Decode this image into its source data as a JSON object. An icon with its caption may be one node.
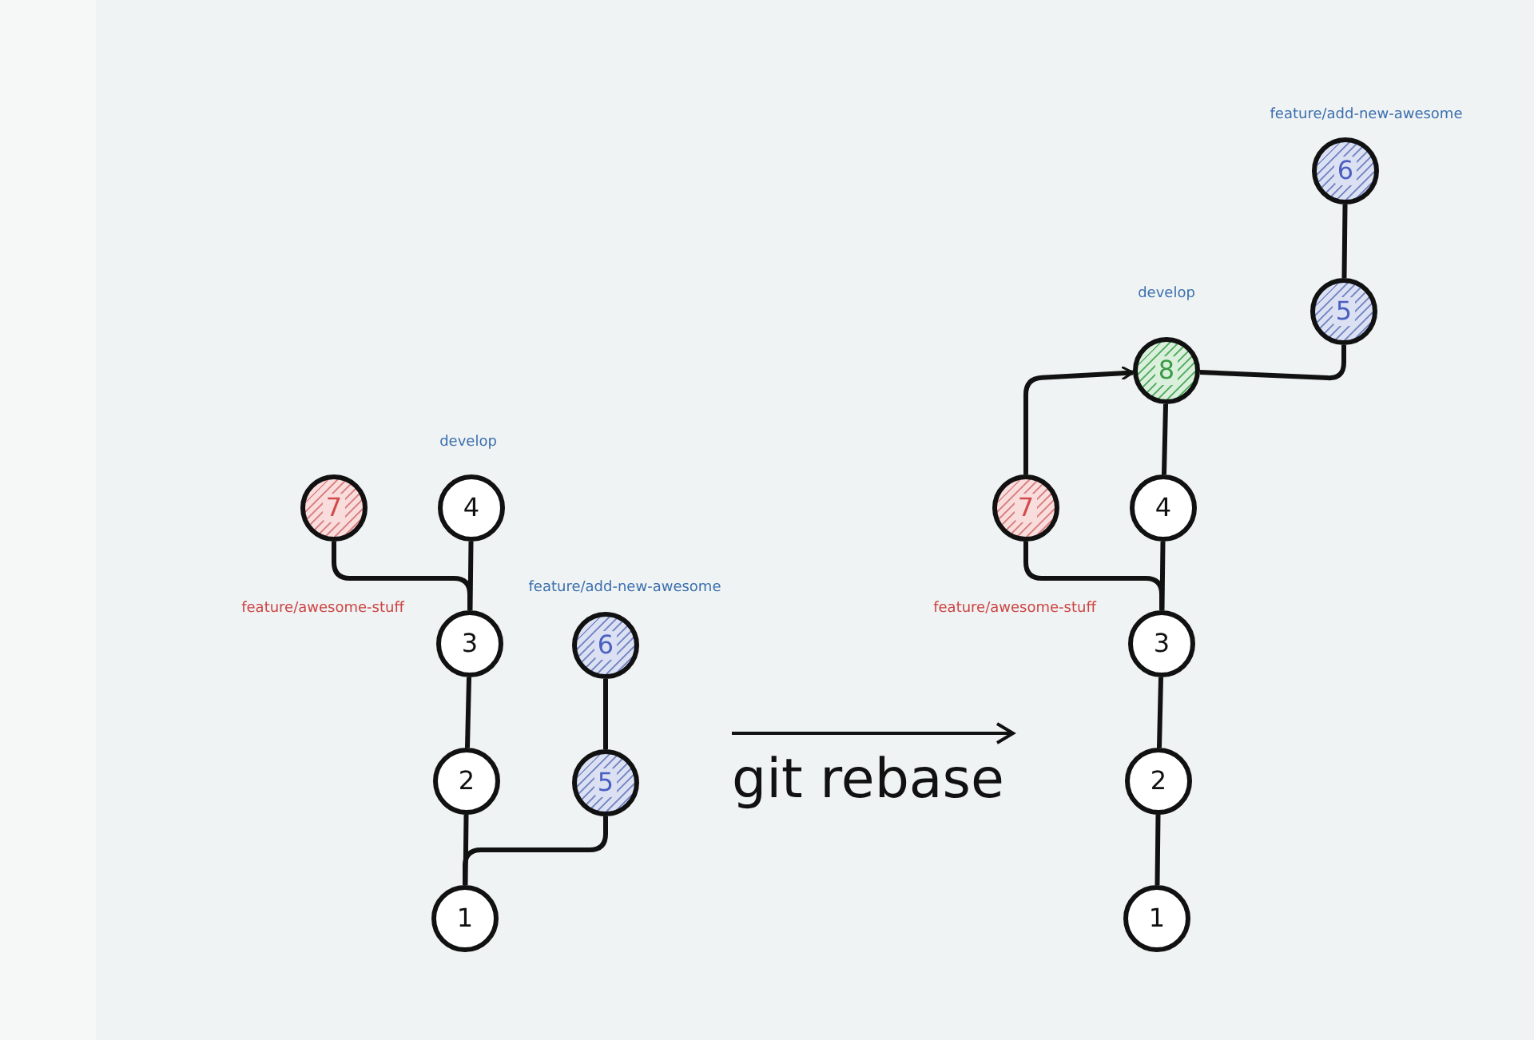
{
  "diagram": {
    "nodes": [
      {
        "text": [
          "1"
        ]
      },
      {
        "text": [
          "2"
        ]
      },
      {
        "text": [
          "3"
        ]
      },
      {
        "text": [
          "4"
        ],
        "beside": [
          "develop"
        ]
      },
      {
        "text": [
          "7"
        ]
      },
      {
        "text": [
          "5"
        ]
      },
      {
        "text": [
          "6"
        ],
        "beside": [
          "feature/add-new-awesome"
        ]
      },
      {
        "text": [
          "1"
        ]
      },
      {
        "text": [
          "2"
        ]
      },
      {
        "text": [
          "3"
        ]
      },
      {
        "text": [
          "4"
        ]
      },
      {
        "text": [
          "7"
        ]
      },
      {
        "text": [
          "8"
        ],
        "beside": [
          "develop"
        ]
      },
      {
        "text": [
          "5"
        ]
      },
      {
        "text": [
          "6"
        ],
        "beside": [
          "feature/add-new-awesome"
        ]
      }
    ],
    "edges": [
      {
        "from": 0,
        "to": 1,
        "arrow": "none"
      },
      {
        "from": 1,
        "to": 2,
        "arrow": "none"
      },
      {
        "from": 2,
        "to": 3,
        "arrow": "none"
      },
      {
        "from": 4,
        "to": 2,
        "arrow": "none"
      },
      {
        "from": 5,
        "to": 0,
        "arrow": "none"
      },
      {
        "from": 5,
        "to": 6,
        "arrow": "none"
      },
      {
        "from": 7,
        "to": 8,
        "arrow": "none"
      },
      {
        "from": 8,
        "to": 9,
        "arrow": "none"
      },
      {
        "from": 9,
        "to": 10,
        "arrow": "none"
      },
      {
        "from": 11,
        "to": 9,
        "arrow": "none"
      },
      {
        "from": 10,
        "to": 12,
        "arrow": "none"
      },
      {
        "from": 11,
        "to": 12,
        "arrow": "to"
      },
      {
        "from": 12,
        "to": 13,
        "arrow": "none"
      },
      {
        "from": 13,
        "to": 14,
        "arrow": "none"
      }
    ],
    "labels": [
      "feature/awesome-stuff",
      "feature/awesome-stuff",
      "git rebase"
    ]
  }
}
